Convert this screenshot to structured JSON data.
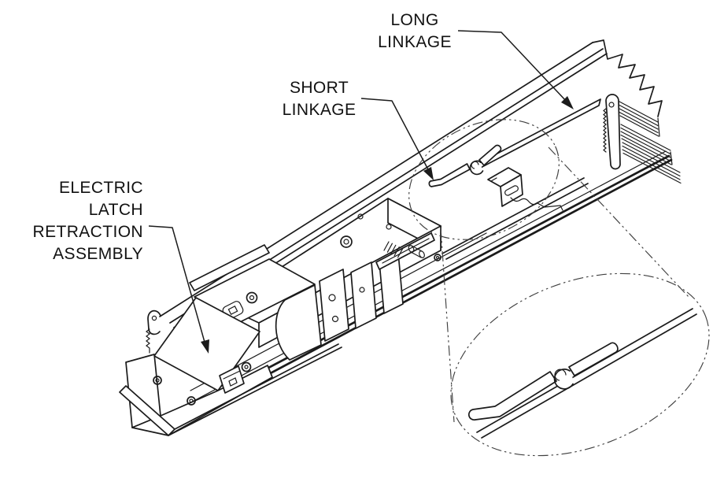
{
  "figure": {
    "type": "technical-line-diagram",
    "background_color": "#ffffff",
    "line_color": "#1b1b1b",
    "callout_line_color": "#404040",
    "labels": {
      "long_linkage": "LONG\nLINKAGE",
      "short_linkage": "SHORT\nLINKAGE",
      "latch_assembly": "ELECTRIC\nLATCH\nRETRACTION\nASSEMBLY"
    }
  }
}
